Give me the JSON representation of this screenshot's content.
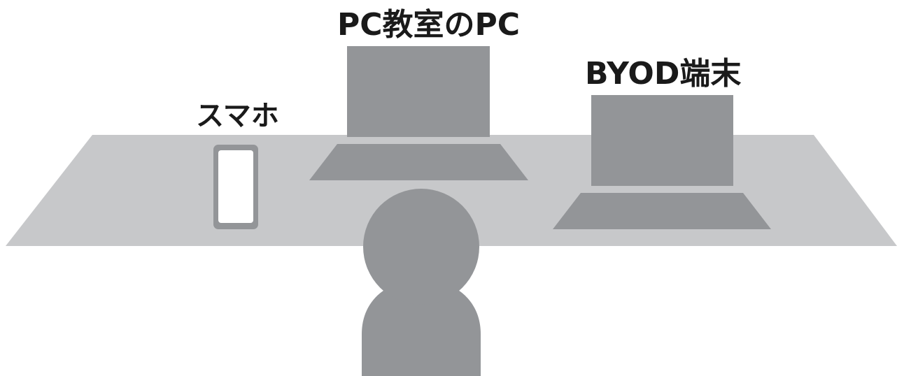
{
  "labels": {
    "classroom_pc": "PC教室のPC",
    "byod_device": "BYOD端末",
    "smartphone": "スマホ"
  },
  "colors": {
    "desk": "#c7c8ca",
    "device": "#939598",
    "person": "#939598",
    "phone_screen": "#ffffff",
    "text": "#1a1a1a"
  }
}
